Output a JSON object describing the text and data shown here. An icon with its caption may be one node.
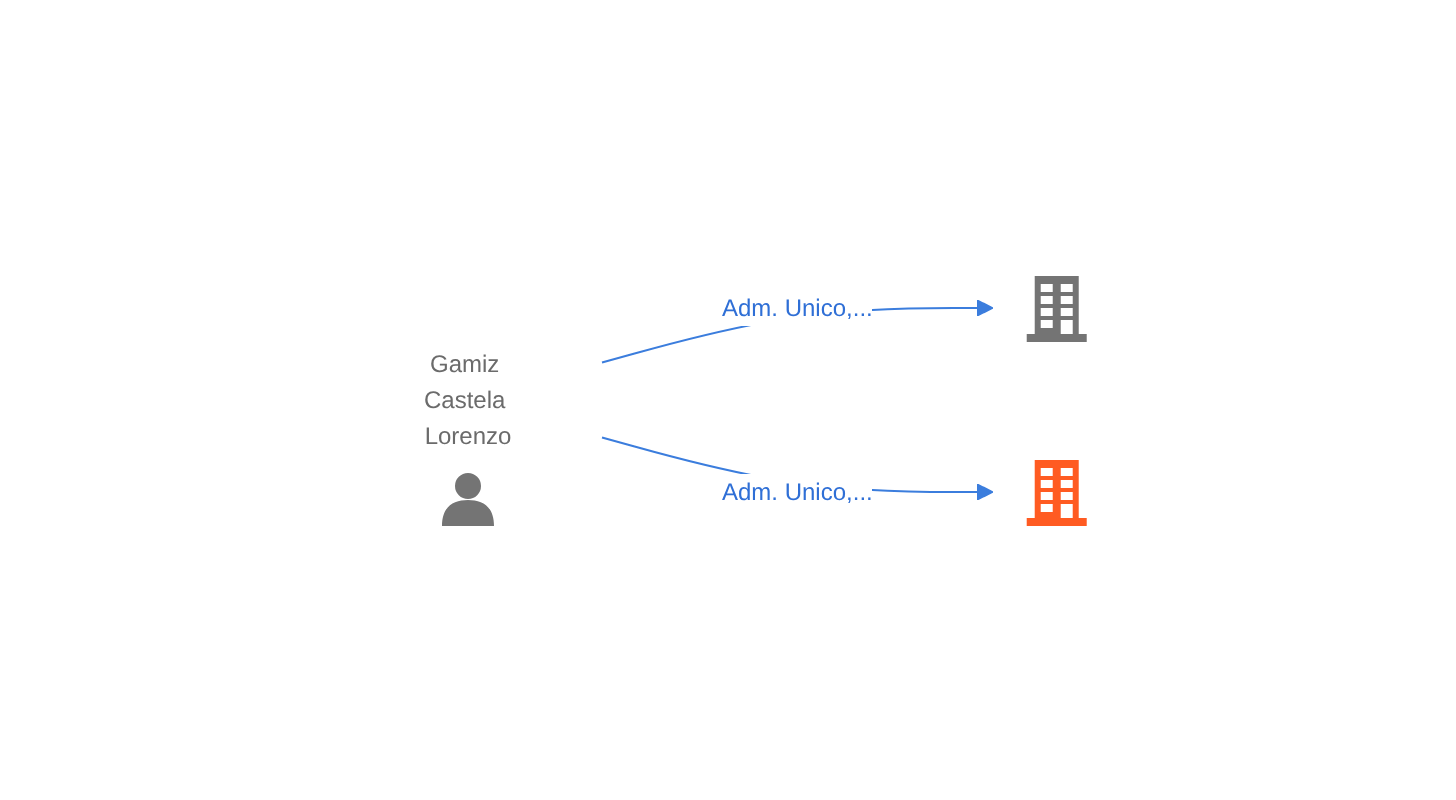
{
  "diagram": {
    "nodes": [
      {
        "text": [],
        "shape": "building"
      },
      {
        "text": [
          "Gamiz Castela Lorenzo"
        ]
      },
      {
        "text": [],
        "shape": "building"
      }
    ],
    "edges": [
      {
        "from": 1,
        "to": 0,
        "arrow": "to",
        "label": "Adm. Unico,..."
      },
      {
        "from": 1,
        "to": 2,
        "arrow": "to",
        "label": "Adm. Unico,..."
      }
    ]
  }
}
